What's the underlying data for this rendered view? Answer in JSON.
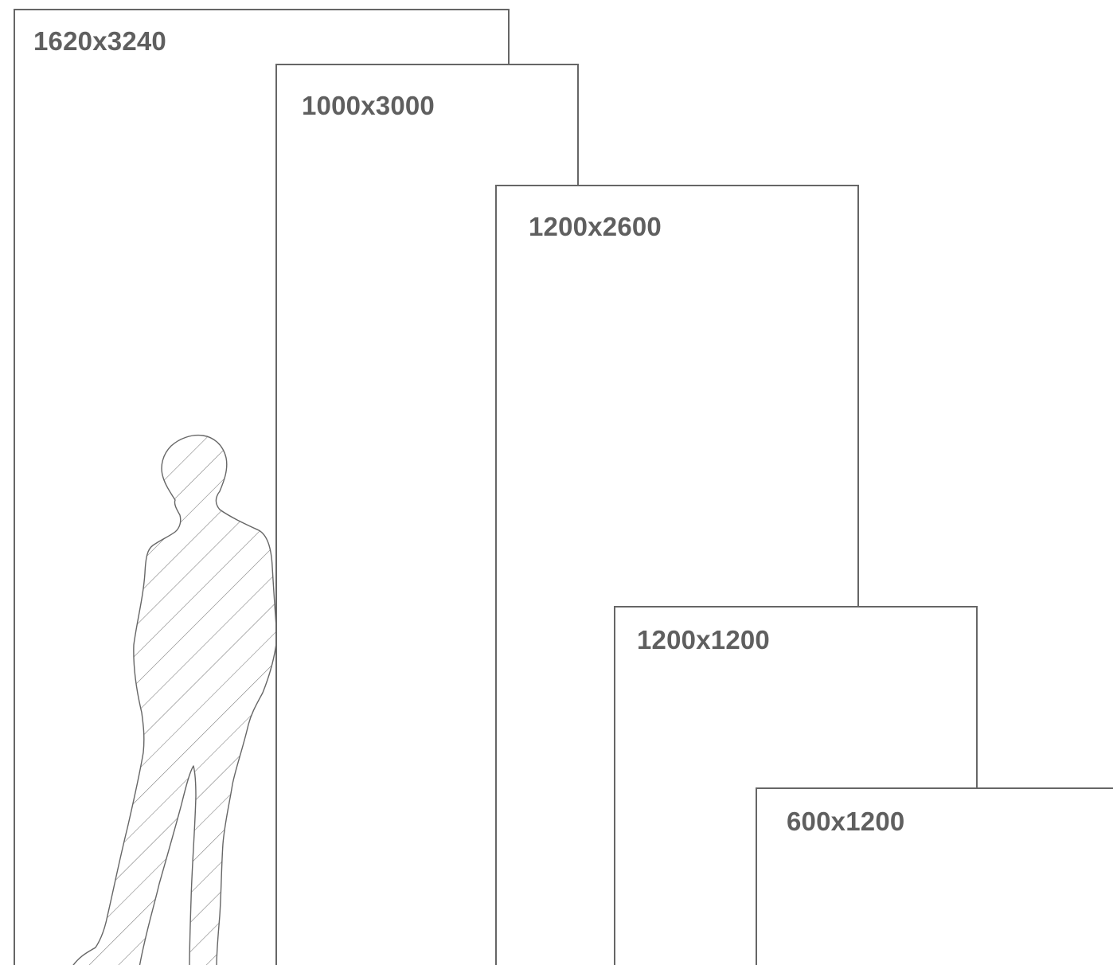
{
  "panels": [
    {
      "label": "1620x3240"
    },
    {
      "label": "1000x3000"
    },
    {
      "label": "1200x2600"
    },
    {
      "label": "1200x1200"
    },
    {
      "label": "600x1200"
    }
  ],
  "figure": {
    "icon": "human-silhouette-icon"
  },
  "colors": {
    "outline": "#666666",
    "label": "#5f5f5f",
    "background": "#ffffff"
  }
}
